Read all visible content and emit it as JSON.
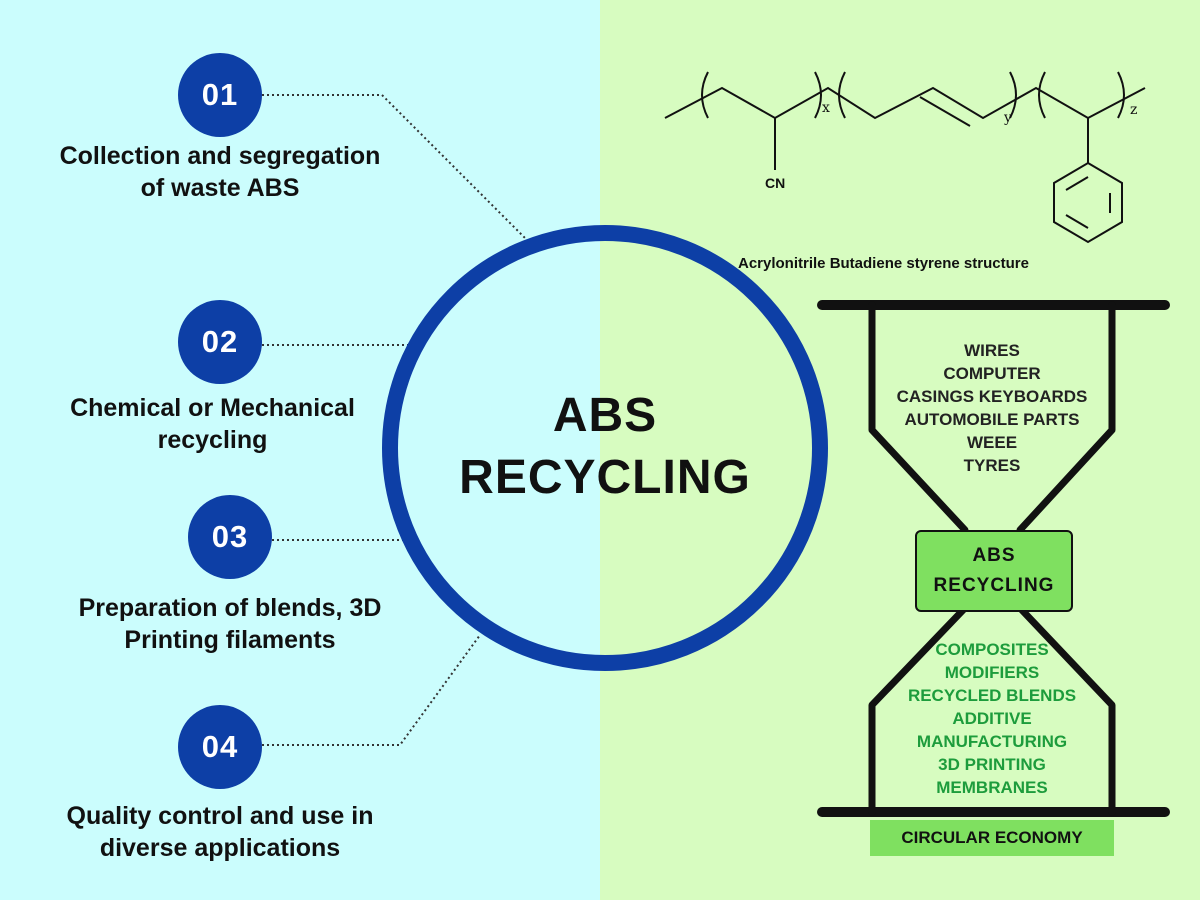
{
  "steps": [
    {
      "number": "01",
      "text_lines": [
        "Collection and segregation",
        "of waste ABS"
      ]
    },
    {
      "number": "02",
      "text_lines": [
        "Chemical or Mechanical",
        "recycling"
      ]
    },
    {
      "number": "03",
      "text_lines": [
        "Preparation of blends, 3D",
        "Printing filaments"
      ]
    },
    {
      "number": "04",
      "text_lines": [
        "Quality control and use in",
        "diverse applications"
      ]
    }
  ],
  "center": {
    "line1": "ABS",
    "line2": "RECYCLING"
  },
  "structure": {
    "caption": "Acrylonitrile Butadiene styrene structure",
    "cn_label": "CN",
    "subscripts": {
      "x": "x",
      "y": "y",
      "z": "z"
    }
  },
  "hourglass": {
    "top_items": [
      "WIRES",
      "COMPUTER",
      "CASINGS KEYBOARDS",
      "AUTOMOBILE PARTS",
      "WEEE",
      "TYRES"
    ],
    "center_lines": [
      "ABS",
      "RECYCLING"
    ],
    "bottom_items": [
      "COMPOSITES",
      "MODIFIERS",
      "RECYCLED BLENDS",
      "ADDITIVE",
      "MANUFACTURING",
      "3D PRINTING",
      "MEMBRANES"
    ],
    "footer": "CIRCULAR ECONOMY"
  },
  "colors": {
    "left_bg": "#cbfdfd",
    "right_bg": "#d7fcc0",
    "accent_blue": "#0d3fa6",
    "box_green": "#7fe060",
    "bottom_text_green": "#1d9c3c"
  }
}
